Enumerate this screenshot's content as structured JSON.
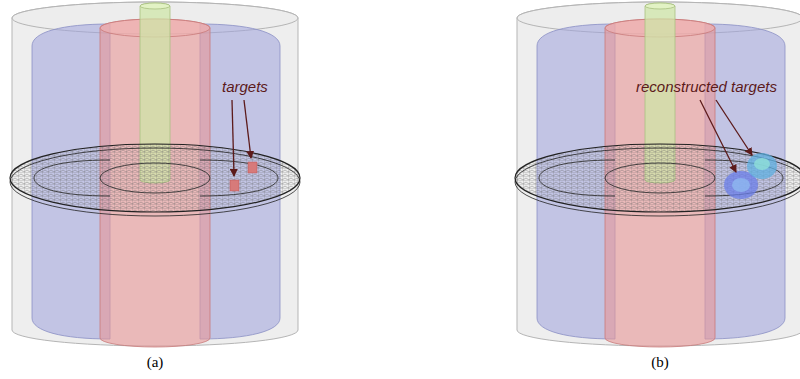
{
  "diagram": {
    "labels": [
      "targets",
      "reconstructed targets",
      "(a)",
      "(b)"
    ]
  }
}
